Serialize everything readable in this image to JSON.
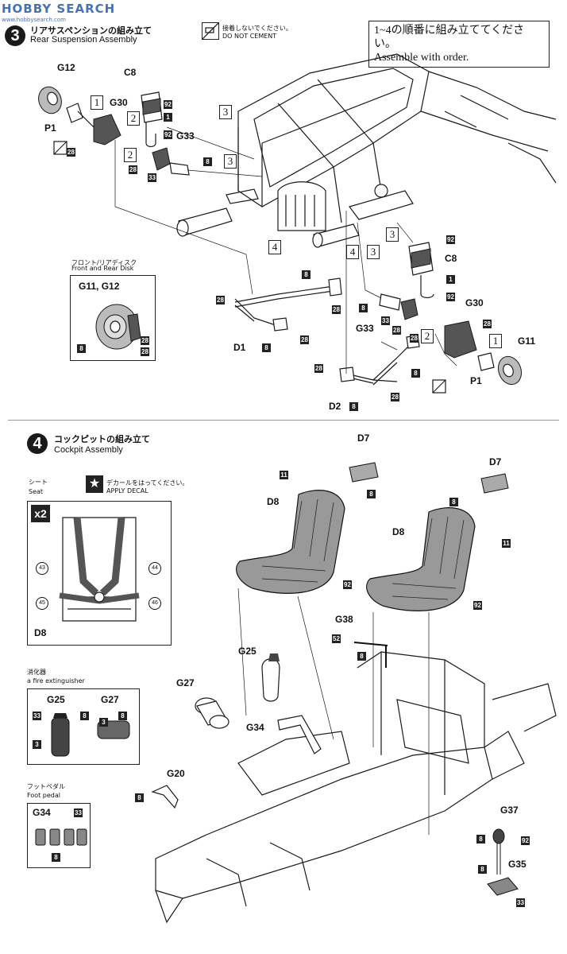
{
  "watermark": {
    "title": "HOBBY SEARCH",
    "sub": "www.hobbysearch.com"
  },
  "step3": {
    "number": "3",
    "title_jp": "リアサスペンションの組み立て",
    "title_en": "Rear Suspension Assembly"
  },
  "no_cement": {
    "jp": "接着しないでください。",
    "en": "DO NOT CEMENT"
  },
  "order_note": {
    "jp": "1~4の順番に組み立ててください。",
    "en": "Assemble with order."
  },
  "disk_inset": {
    "title_jp": "フロント/リアディスク",
    "title_en": "Front and Rear Disk",
    "parts": "G11, G12",
    "colors": [
      "8",
      "28",
      "28"
    ]
  },
  "step4": {
    "number": "4",
    "title_jp": "コックピットの組み立て",
    "title_en": "Cockpit Assembly"
  },
  "seat_inset": {
    "title_jp": "シート",
    "title_en": "Seat",
    "decal_jp": "デカールをはってください。",
    "decal_en": "APPLY DECAL",
    "multiplier": "x2",
    "decals": [
      "43",
      "44",
      "45",
      "46"
    ],
    "part": "D8"
  },
  "extinguisher_inset": {
    "title_jp": "消化器",
    "title_en": "a fire extinguisher",
    "parts": [
      "G25",
      "G27"
    ],
    "colors": [
      "33",
      "8",
      "3",
      "3",
      "8"
    ]
  },
  "pedal_inset": {
    "title_jp": "フットペダル",
    "title_en": "Foot pedal",
    "part": "G34",
    "colors": [
      "33",
      "8"
    ]
  },
  "step3_labels": {
    "parts": [
      "G12",
      "C8",
      "G30",
      "P1",
      "G33",
      "D1",
      "G33",
      "C8",
      "G30",
      "G11",
      "P1",
      "D2"
    ],
    "order": [
      "1",
      "2",
      "2",
      "3",
      "3",
      "4",
      "4",
      "3",
      "2",
      "1"
    ],
    "colors": [
      "28",
      "92",
      "1",
      "92",
      "28",
      "33",
      "8",
      "8",
      "28",
      "8",
      "28",
      "92",
      "1",
      "92",
      "8",
      "33",
      "28",
      "28",
      "28",
      "28",
      "8",
      "28",
      "8",
      "28"
    ]
  },
  "step4_labels": {
    "parts": [
      "D7",
      "D8",
      "D7",
      "D8",
      "G38",
      "G25",
      "G27",
      "G34",
      "G20",
      "G37",
      "G35"
    ],
    "colors": [
      "11",
      "8",
      "92",
      "8",
      "11",
      "92",
      "52",
      "8",
      "8",
      "8",
      "92",
      "8",
      "33"
    ]
  }
}
